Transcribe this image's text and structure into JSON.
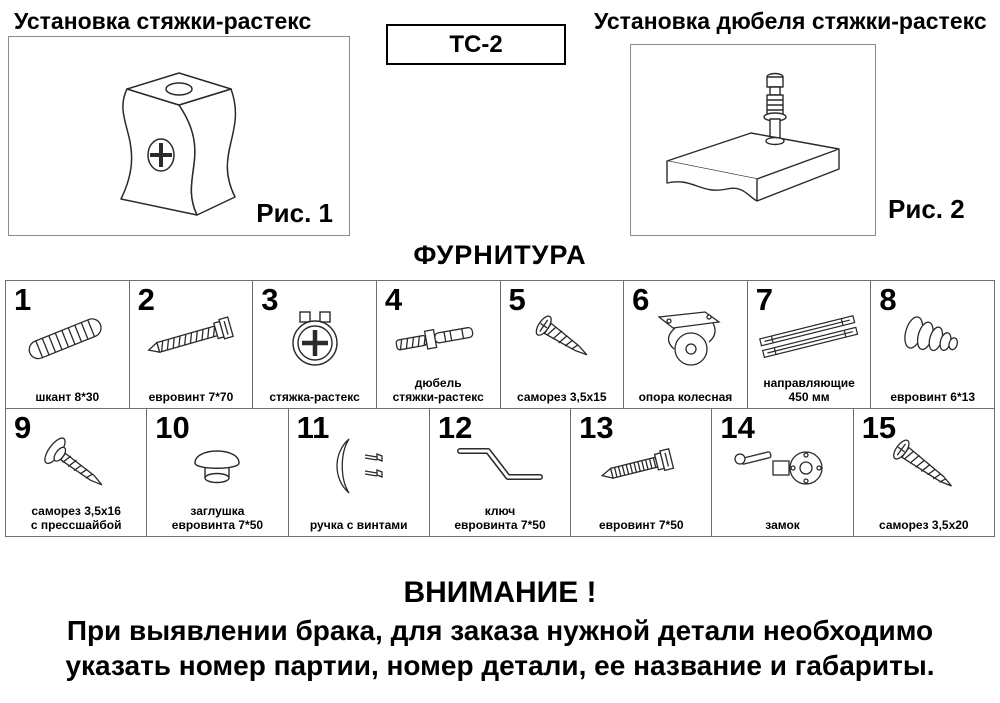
{
  "header": {
    "left_title": "Установка стяжки-растекс",
    "model_label": "ТС-2",
    "right_title": "Установка дюбеля стяжки-растекс",
    "fig1_label": "Рис. 1",
    "fig2_label": "Рис. 2"
  },
  "fittings": {
    "title": "ФУРНИТУРА",
    "items": [
      {
        "num": "1",
        "caption": "шкант 8*30",
        "icon": "dowel-icon"
      },
      {
        "num": "2",
        "caption": "евровинт 7*70",
        "icon": "euroscrew-long-icon"
      },
      {
        "num": "3",
        "caption": "стяжка-растекс",
        "icon": "rastex-cam-icon"
      },
      {
        "num": "4",
        "caption": "дюбель\nстяжки-растекс",
        "icon": "rastex-dowel-icon"
      },
      {
        "num": "5",
        "caption": "саморез 3,5х15",
        "icon": "screw-small-icon"
      },
      {
        "num": "6",
        "caption": "опора колесная",
        "icon": "caster-icon"
      },
      {
        "num": "7",
        "caption": "направляющие\n450 мм",
        "icon": "drawer-slides-icon"
      },
      {
        "num": "8",
        "caption": "евровинт 6*13",
        "icon": "euroscrew-short-icon"
      },
      {
        "num": "9",
        "caption": "саморез 3,5х16\nс прессшайбой",
        "icon": "washer-screw-icon"
      },
      {
        "num": "10",
        "caption": "заглушка\nевровинта 7*50",
        "icon": "cap-plug-icon"
      },
      {
        "num": "11",
        "caption": "ручка с винтами",
        "icon": "handle-icon"
      },
      {
        "num": "12",
        "caption": "ключ\nевровинта 7*50",
        "icon": "hex-key-icon"
      },
      {
        "num": "13",
        "caption": "евровинт 7*50",
        "icon": "euroscrew-medium-icon"
      },
      {
        "num": "14",
        "caption": "замок",
        "icon": "lock-icon"
      },
      {
        "num": "15",
        "caption": "саморез 3,5х20",
        "icon": "screw-medium-icon"
      }
    ]
  },
  "warning": {
    "title": "ВНИМАНИЕ !",
    "line1": "При выявлении брака, для заказа нужной детали необходимо",
    "line2": "указать номер партии, номер детали, ее название и габариты."
  }
}
